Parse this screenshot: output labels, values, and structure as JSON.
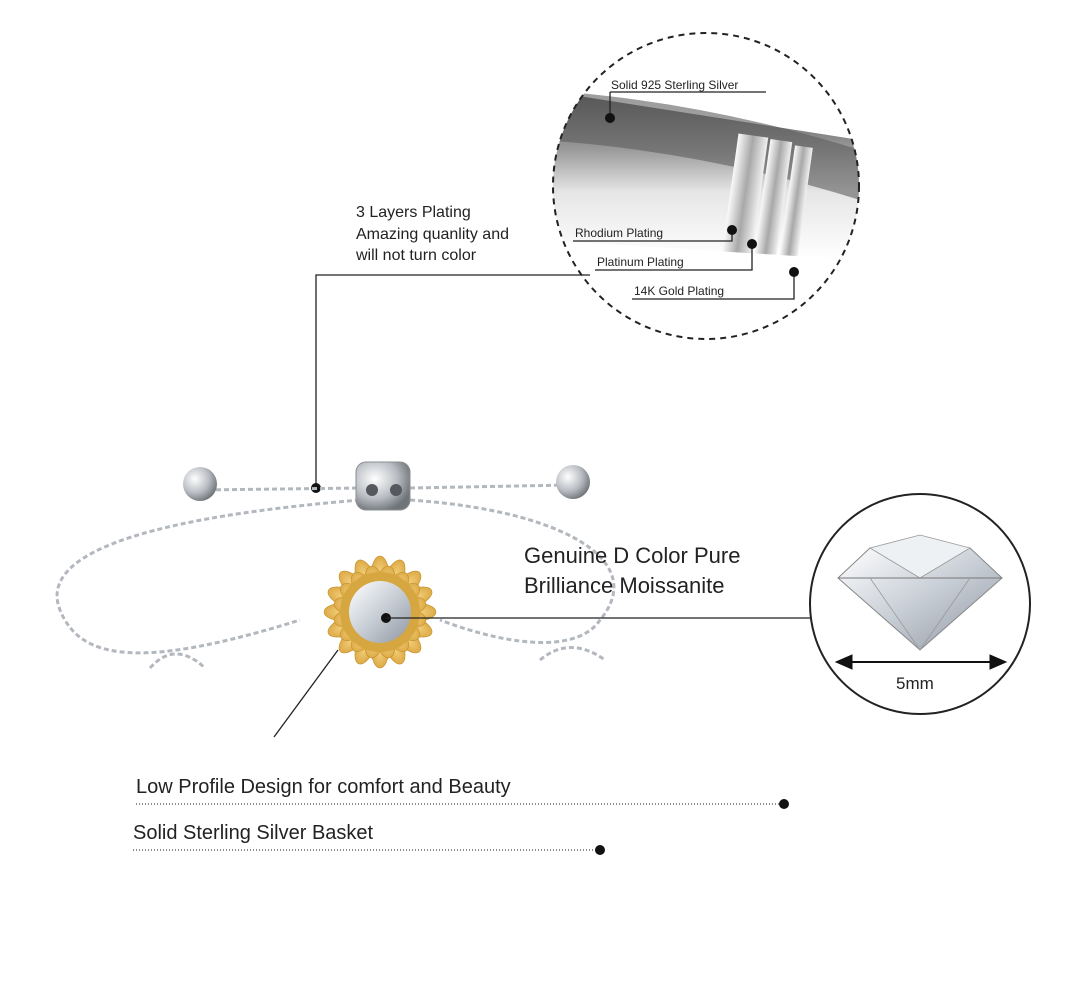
{
  "callouts": {
    "silver": "Solid 925 Sterling Silver",
    "rhodium": "Rhodium Plating",
    "platinum": "Platinum Plating",
    "gold": "14K Gold Plating"
  },
  "plating_note": {
    "line1": "3 Layers Plating",
    "line2": "Amazing quanlity and",
    "line3": "will not turn color"
  },
  "moissanite_note": {
    "line1": "Genuine D Color Pure",
    "line2": "Brilliance Moissanite"
  },
  "stone_size": "5mm",
  "features": {
    "design": "Low Profile Design for comfort and Beauty",
    "basket": "Solid Sterling Silver Basket"
  },
  "colors": {
    "silver": "#c9ccd1",
    "gold": "#e8b84a",
    "leader": "#222222"
  }
}
